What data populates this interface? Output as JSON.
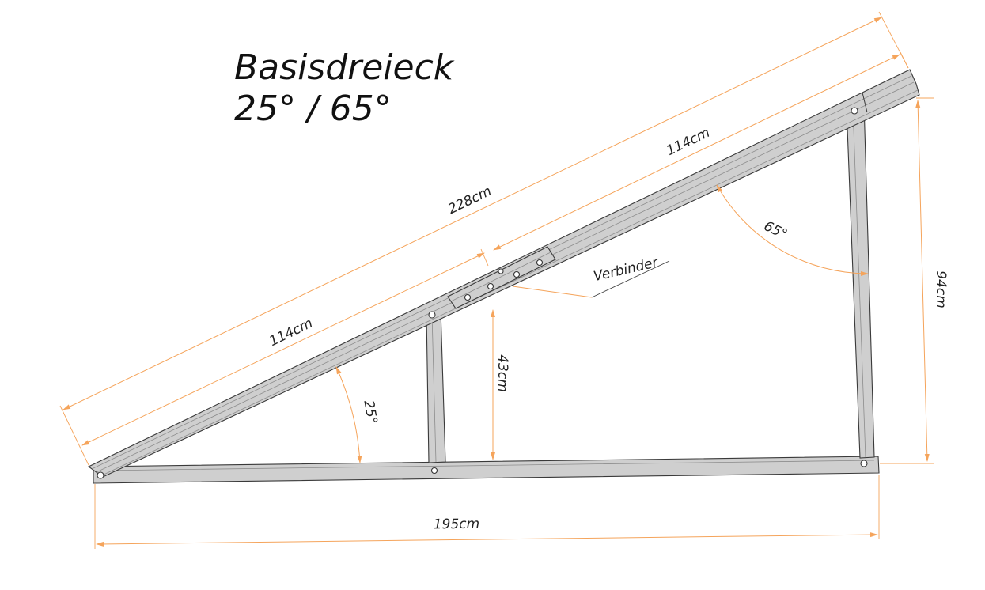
{
  "title": {
    "line1": "Basisdreieck",
    "line2": "25° / 65°"
  },
  "dimensions": {
    "total_length": "228cm",
    "upper_segment": "114cm",
    "lower_segment": "114cm",
    "base_length": "195cm",
    "tall_support": "94cm",
    "short_support": "43cm",
    "angle_bottom": "25°",
    "angle_top": "65°"
  },
  "labels": {
    "connector": "Verbinder"
  },
  "colors": {
    "dimension_line": "#f5a45b",
    "beam_fill": "#cfcfcf",
    "beam_stroke": "#3a3a3a"
  }
}
